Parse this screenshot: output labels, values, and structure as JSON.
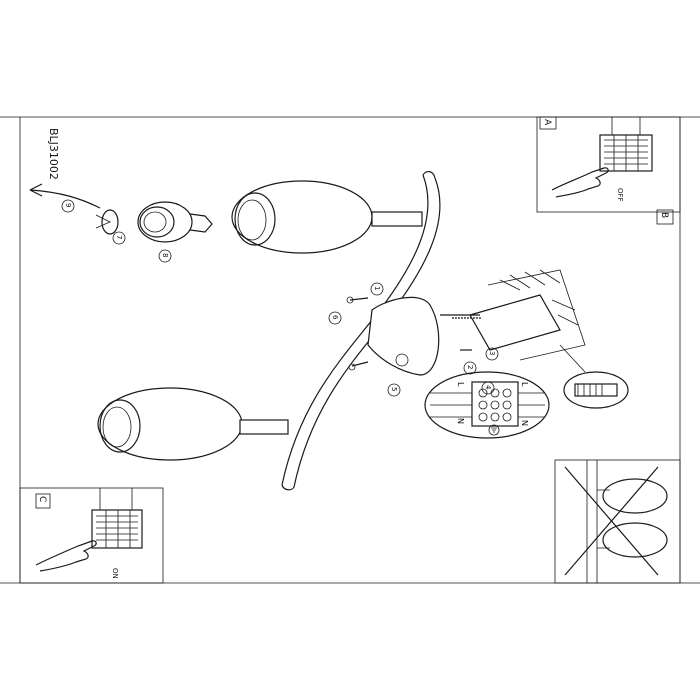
{
  "model_code": "BLJ31002",
  "panels": {
    "a": {
      "letter": "A",
      "switch_state": "OFF"
    },
    "b": {
      "letter": "B"
    },
    "c": {
      "letter": "C",
      "switch_state": "ON"
    }
  },
  "wire_labels": {
    "live": "L",
    "neutral": "N"
  },
  "step_numbers": [
    "1",
    "2",
    "3",
    "4",
    "5",
    "6",
    "7",
    "8",
    "9"
  ],
  "colors": {
    "line": "#1a1a1a",
    "background": "#ffffff"
  }
}
